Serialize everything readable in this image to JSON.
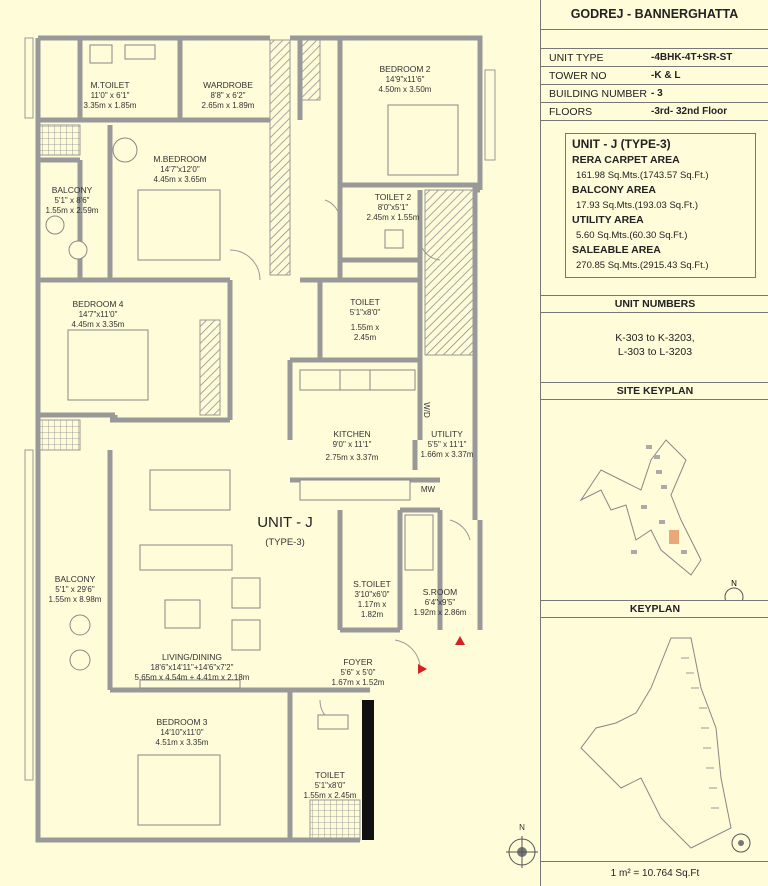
{
  "plan": {
    "unit_title": "UNIT - J",
    "unit_subtitle": "(TYPE-3)",
    "rooms": {
      "m_toilet": {
        "name": "M.TOILET",
        "dim_ft": "11'0\" x 6'1\"",
        "dim_m": "3.35m x 1.85m"
      },
      "wardrobe": {
        "name": "WARDROBE",
        "dim_ft": "8'8\" x 6'2\"",
        "dim_m": "2.65m x 1.89m"
      },
      "bedroom2": {
        "name": "BEDROOM 2",
        "dim_ft": "14'9\"x11'6\"",
        "dim_m": "4.50m x 3.50m"
      },
      "m_bedroom": {
        "name": "M.BEDROOM",
        "dim_ft": "14'7\"x12'0\"",
        "dim_m": "4.45m x 3.65m"
      },
      "balcony1": {
        "name": "BALCONY",
        "dim_ft": "5'1\" x 8'6\"",
        "dim_m": "1.55m x 2.59m"
      },
      "toilet2": {
        "name": "TOILET 2",
        "dim_ft": "8'0\"x5'1\"",
        "dim_m": "2.45m x 1.55m"
      },
      "bedroom4": {
        "name": "BEDROOM 4",
        "dim_ft": "14'7\"x11'0\"",
        "dim_m": "4.45m x 3.35m"
      },
      "toilet_mid": {
        "name": "TOILET",
        "dim_ft": "5'1\"x8'0\"",
        "dim_m1": "1.55m x",
        "dim_m2": "2.45m"
      },
      "kitchen": {
        "name": "KITCHEN",
        "dim_ft": "9'0\" x 11'1\"",
        "dim_m": "2.75m x 3.37m"
      },
      "utility": {
        "name": "UTILITY",
        "dim_ft": "5'5\" x 11'1\"",
        "dim_m": "1.66m x 3.37m"
      },
      "balcony2": {
        "name": "BALCONY",
        "dim_ft": "5'1\" x 29'6\"",
        "dim_m": "1.55m x 8.98m"
      },
      "s_toilet": {
        "name": "S.TOILET",
        "dim_ft": "3'10\"x6'0\"",
        "dim_m1": "1.17m x",
        "dim_m2": "1.82m"
      },
      "s_room": {
        "name": "S.ROOM",
        "dim_ft": "6'4\"x9'5\"",
        "dim_m": "1.92m x 2.86m"
      },
      "living": {
        "name": "LIVING/DINING",
        "dim_ft": "18'6\"x14'11\"+14'6\"x7'2\"",
        "dim_m": "5.65m x 4.54m + 4.41m x 2.18m"
      },
      "foyer": {
        "name": "FOYER",
        "dim_ft": "5'6\" x 5'0\"",
        "dim_m": "1.67m x 1.52m"
      },
      "bedroom3": {
        "name": "BEDROOM 3",
        "dim_ft": "14'10\"x11'0\"",
        "dim_m": "4.51m x 3.35m"
      },
      "toilet_bottom": {
        "name": "TOILET",
        "dim_ft": "5'1\"x8'0\"",
        "dim_m": "1.55m x 2.45m"
      }
    },
    "washer_label": "W/D",
    "mw_label": "MW",
    "north_label": "N"
  },
  "info": {
    "project": "GODREJ - BANNERGHATTA",
    "rows": [
      {
        "key": "UNIT TYPE",
        "value": "-4BHK-4T+SR-ST"
      },
      {
        "key": "TOWER NO",
        "value": "-K & L"
      },
      {
        "key": "BUILDING NUMBER",
        "value": "- 3"
      },
      {
        "key": "FLOORS",
        "value": "-3rd- 32nd Floor"
      }
    ],
    "area_title": "UNIT - J  (TYPE-3)",
    "areas": [
      {
        "label": "RERA CARPET AREA",
        "value": "161.98 Sq.Mts.(1743.57 Sq.Ft.)"
      },
      {
        "label": "BALCONY AREA",
        "value": "17.93 Sq.Mts.(193.03 Sq.Ft.)"
      },
      {
        "label": "UTILITY AREA",
        "value": "5.60 Sq.Mts.(60.30 Sq.Ft.)"
      },
      {
        "label": "SALEABLE AREA",
        "value": "270.85 Sq.Mts.(2915.43 Sq.Ft.)"
      }
    ],
    "unit_numbers_title": "UNIT NUMBERS",
    "unit_numbers": [
      "K-303    to    K-3203,",
      "L-303    to    L-3203"
    ],
    "site_keyplan_title": "SITE KEYPLAN",
    "keyplan_title": "KEYPLAN",
    "north_label": "N",
    "scale_note": "1 m² = 10.764 Sq.Ft"
  },
  "colors": {
    "background": "#fefcd9",
    "wall": "#999999",
    "hatch": "#8a8a8a",
    "marker": "#d42020"
  }
}
